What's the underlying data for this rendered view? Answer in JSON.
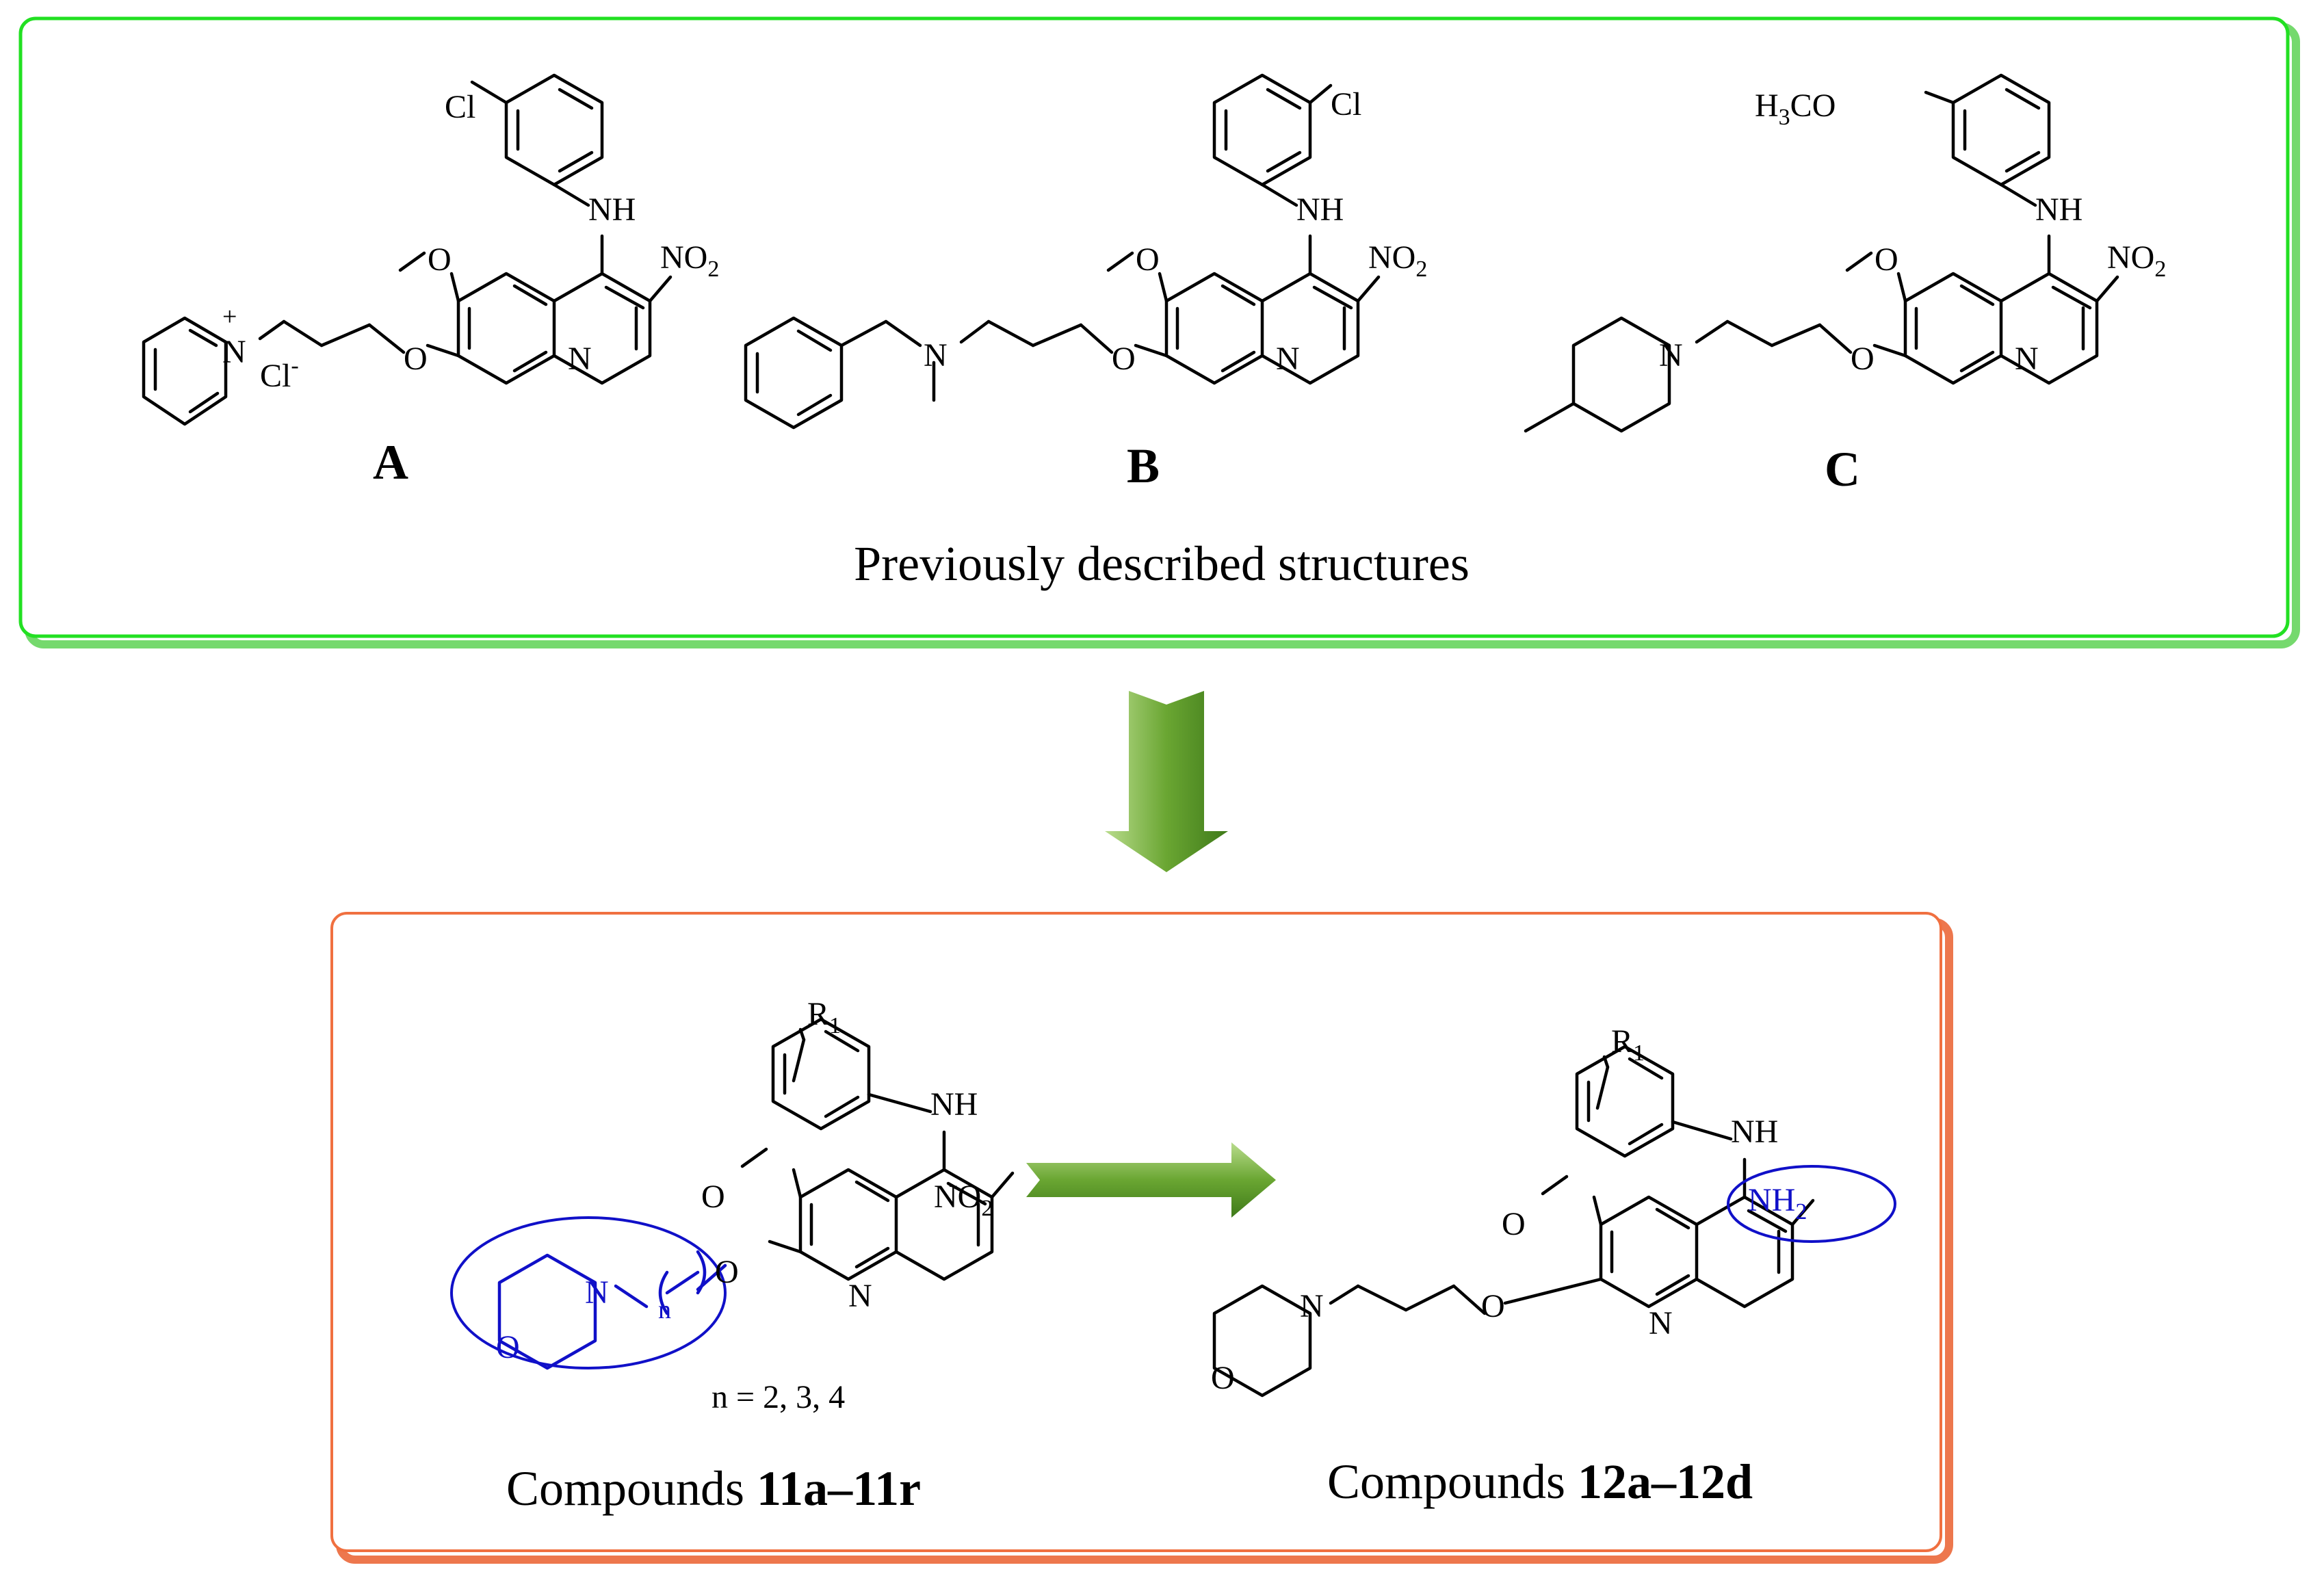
{
  "top_panel": {
    "caption": "Previously described structures",
    "border_color": "#22e022",
    "compounds": [
      {
        "label": "A",
        "aryl_substituent": "Cl",
        "amine": "NH",
        "nitro": "NO",
        "nitro_sub": "2",
        "ring_n": "N",
        "ether_o": "O",
        "methoxy": "O",
        "pyridinium_n": "N",
        "charge": "+",
        "counterion": "Cl",
        "counterion_charge": "-"
      },
      {
        "label": "B",
        "aryl_substituent": "Cl",
        "amine": "NH",
        "nitro": "NO",
        "nitro_sub": "2",
        "ring_n": "N",
        "ether_o": "O",
        "methoxy": "O",
        "amine_n": "N"
      },
      {
        "label": "C",
        "aryl_substituent_main": "H",
        "aryl_substituent_sub": "3",
        "aryl_substituent_end": "CO",
        "amine": "NH",
        "nitro": "NO",
        "nitro_sub": "2",
        "ring_n": "N",
        "ether_o": "O",
        "methoxy": "O",
        "piperidine_n": "N"
      }
    ]
  },
  "bottom_panel": {
    "border_color": "#f07040",
    "highlight_color": "#1010c8",
    "arrow_color": "#6aa632",
    "left": {
      "caption_prefix": "Compounds ",
      "caption_bold": "11a–11r",
      "substituent": "R",
      "substituent_sub": "1",
      "amine": "NH",
      "nitro": "NO",
      "nitro_sub": "2",
      "ring_n": "N",
      "methoxy": "O",
      "ether_o": "O",
      "morpholine_n": "N",
      "morpholine_o": "O",
      "chain_index": "n",
      "chain_note": "n = 2, 3, 4"
    },
    "right": {
      "caption_prefix": "Compounds ",
      "caption_bold": "12a–12d",
      "substituent": "R",
      "substituent_sub": "1",
      "amine": "NH",
      "amino": "NH",
      "amino_sub": "2",
      "ring_n": "N",
      "methoxy": "O",
      "ether_o": "O",
      "morpholine_n": "N",
      "morpholine_o": "O"
    }
  }
}
